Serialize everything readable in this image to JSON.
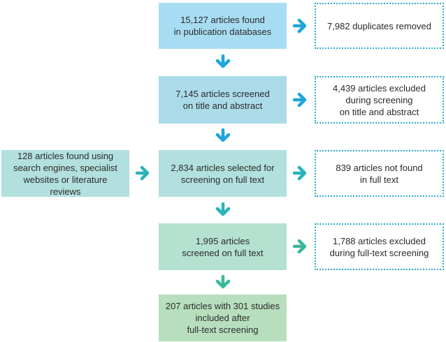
{
  "colors": {
    "box1": "#a8dcf3",
    "box2": "#abdbe9",
    "box3": "#b2e0de",
    "box4": "#b5e1d1",
    "box5": "#b8dfbd",
    "arrow_blue": "#1ea6dc",
    "arrow_teal": "#2ab3b8",
    "arrow_green": "#3bb89a",
    "dotted_border": "#2aaed2"
  },
  "flow": {
    "step1": "15,127 articles found\nin publication databases",
    "step2": "7,145 articles screened\non title and abstract",
    "step3": "2,834 articles selected for\nscreening on full text",
    "step4": "1,995 articles\nscreened on full text",
    "step5": "207 articles with 301 studies\nincluded after\nfull-text screening"
  },
  "side_outputs": {
    "out1": "7,982 duplicates removed",
    "out2": "4,439 articles excluded\nduring screening\non title and abstract",
    "out3": "839 articles not found\nin full text",
    "out4": "1,788 articles excluded\nduring full-text screening"
  },
  "side_input": {
    "in1": "128 articles found using\nsearch engines, specialist\nwebsites or literature reviews"
  }
}
